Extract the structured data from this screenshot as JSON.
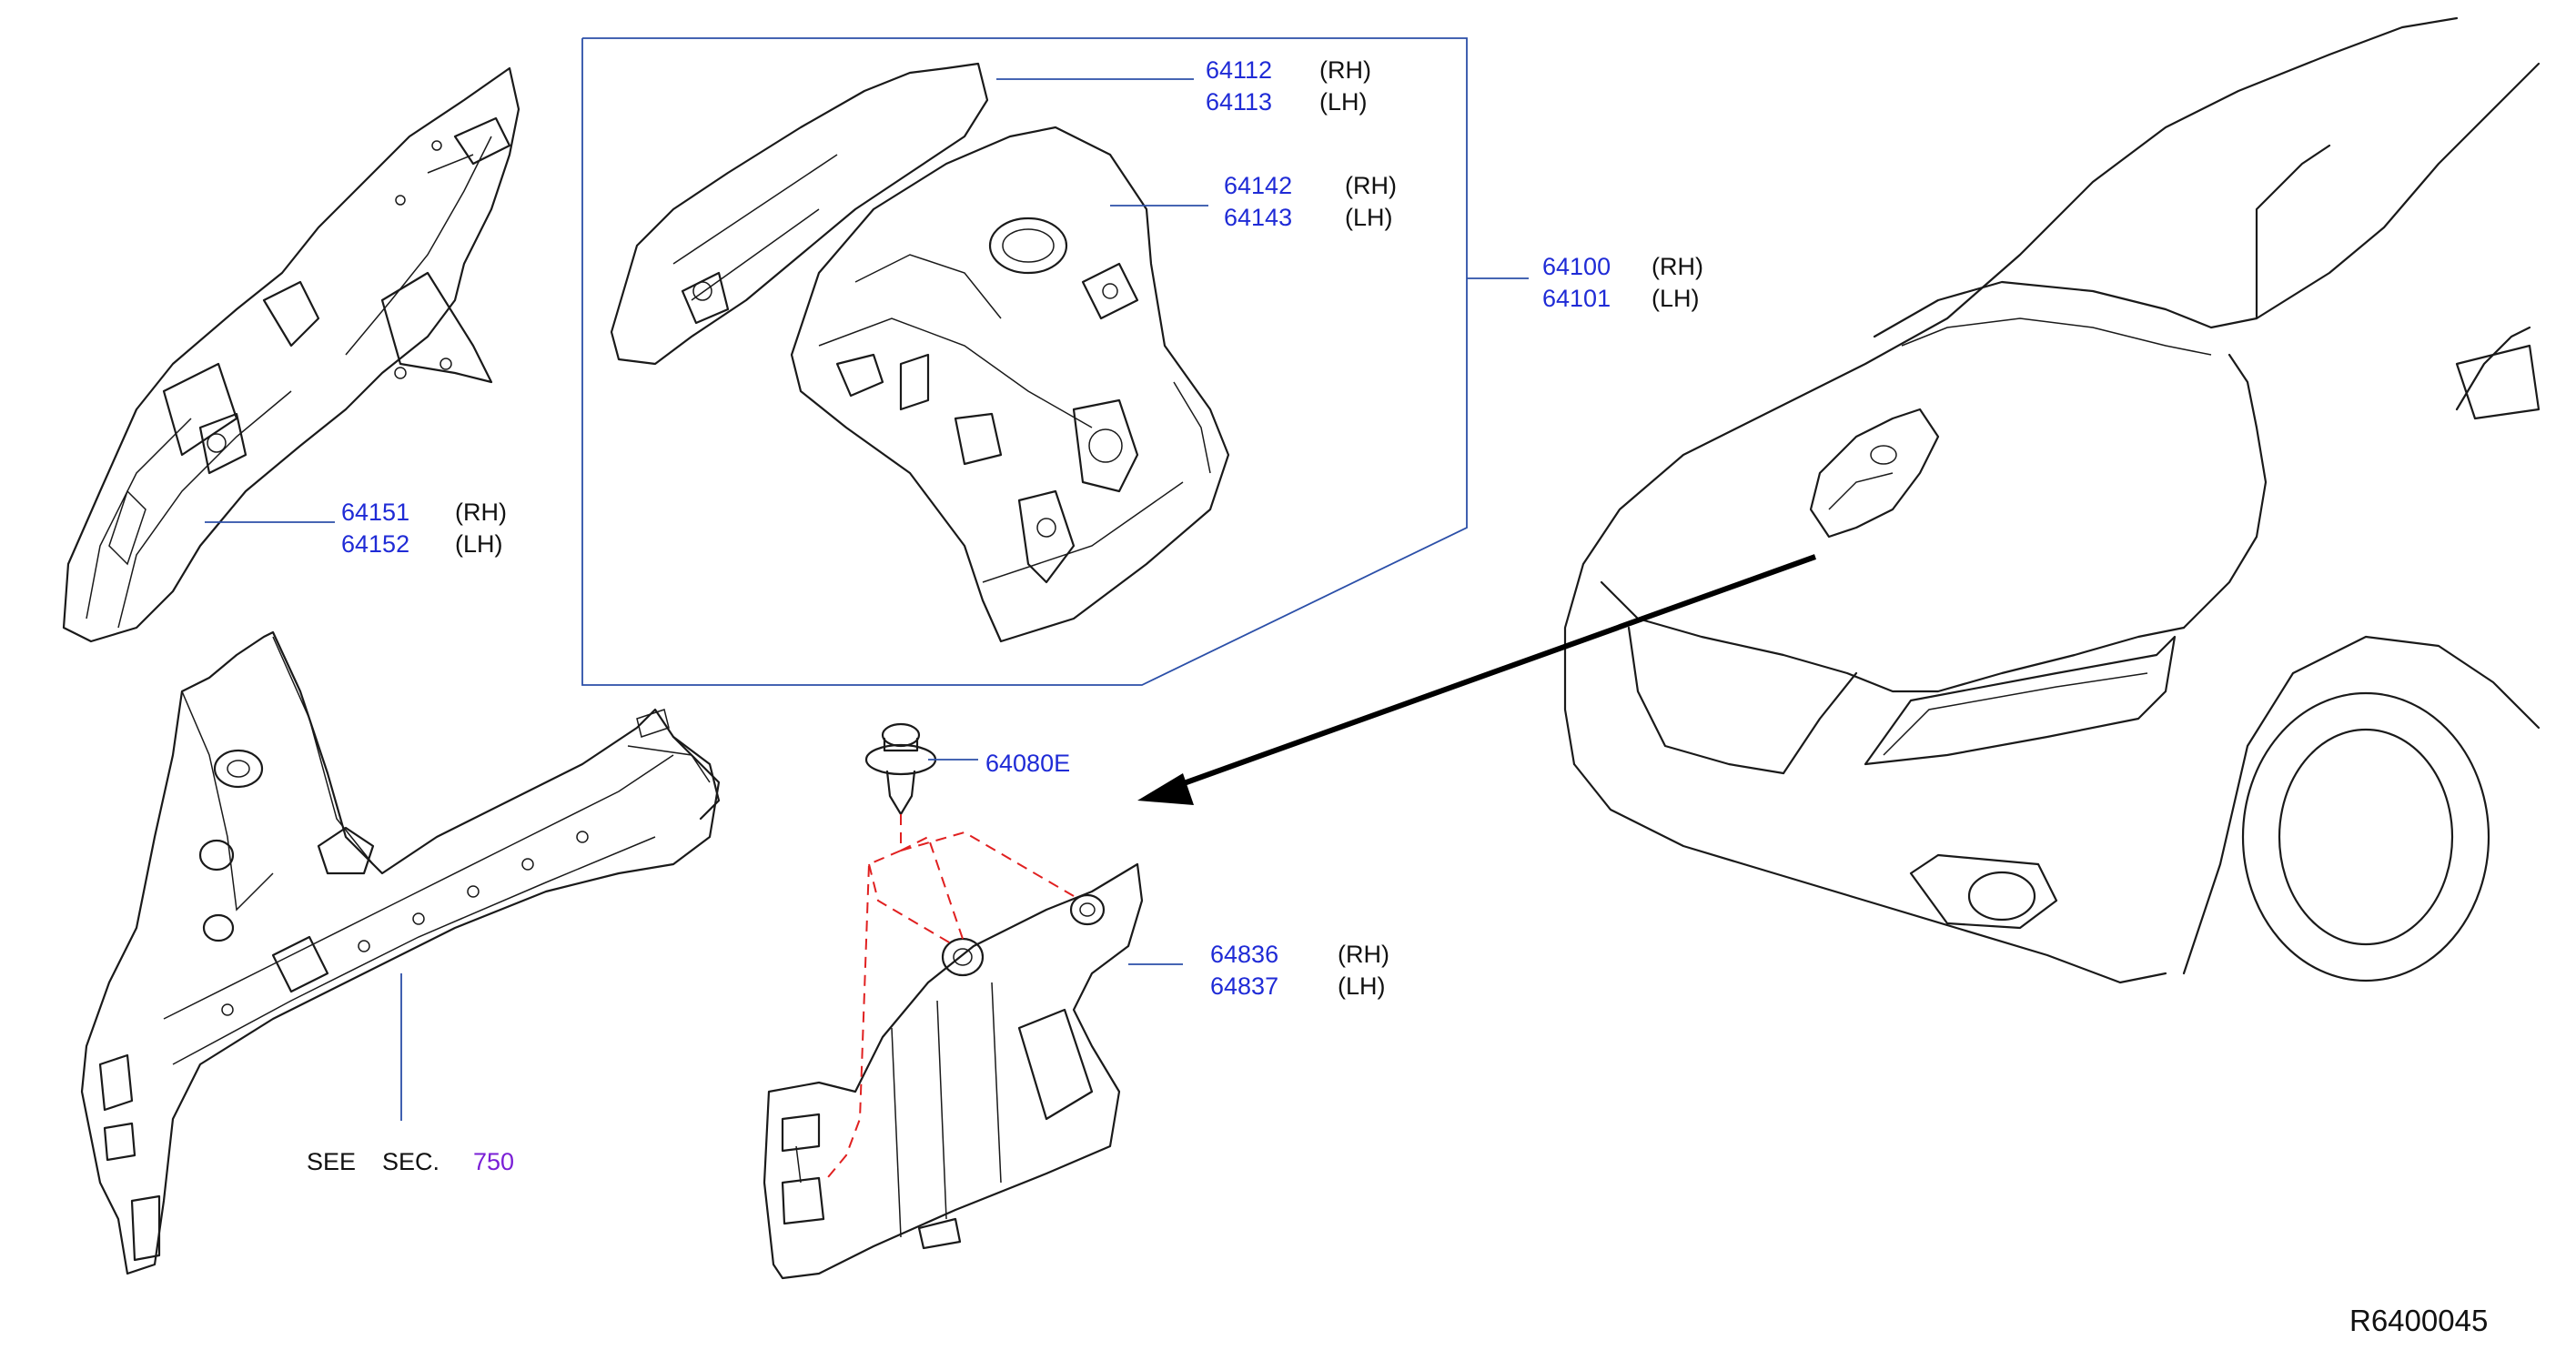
{
  "callouts": {
    "p64112": {
      "part": "64112",
      "side": "(RH)"
    },
    "p64113": {
      "part": "64113",
      "side": "(LH)"
    },
    "p64142": {
      "part": "64142",
      "side": "(RH)"
    },
    "p64143": {
      "part": "64143",
      "side": "(LH)"
    },
    "p64100": {
      "part": "64100",
      "side": "(RH)"
    },
    "p64101": {
      "part": "64101",
      "side": "(LH)"
    },
    "p64151": {
      "part": "64151",
      "side": "(RH)"
    },
    "p64152": {
      "part": "64152",
      "side": "(LH)"
    },
    "p64080E": {
      "part": "64080E"
    },
    "p64836": {
      "part": "64836",
      "side": "(RH)"
    },
    "p64837": {
      "part": "64837",
      "side": "(LH)"
    }
  },
  "see_section": {
    "see": "SEE",
    "sec": "SEC.",
    "number": "750"
  },
  "reference_code": "R6400045",
  "colors": {
    "part_number": "#1f2bd6",
    "section_number": "#7a1fd6",
    "leader": "#2b4fa8",
    "clip_path": "#e02020"
  }
}
